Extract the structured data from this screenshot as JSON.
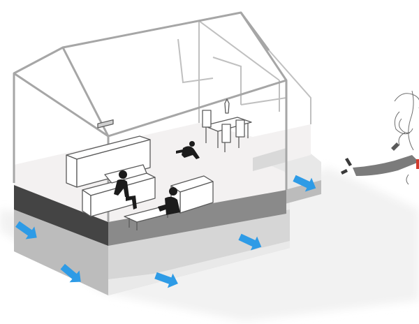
{
  "diagram": {
    "subject": "house-section-illustration",
    "colors": {
      "frame": "#a8a8a8",
      "frame_light": "#c4c4c4",
      "floor_top": "#f3f1f1",
      "slab_side": "#444444",
      "slab_front": "#8a8a8a",
      "base_top": "#e9e9e9",
      "base_side": "#bdbdbd",
      "ground_shadow": "#f1f1f1",
      "arrow": "#2e9be6",
      "furniture_stroke": "#5a5a5a",
      "people": "#1c1c1c"
    },
    "arrows": [
      {
        "name": "arrow-left-corner"
      },
      {
        "name": "arrow-left-lower"
      },
      {
        "name": "arrow-front-center"
      },
      {
        "name": "arrow-front-right"
      },
      {
        "name": "arrow-annex-right"
      }
    ]
  }
}
